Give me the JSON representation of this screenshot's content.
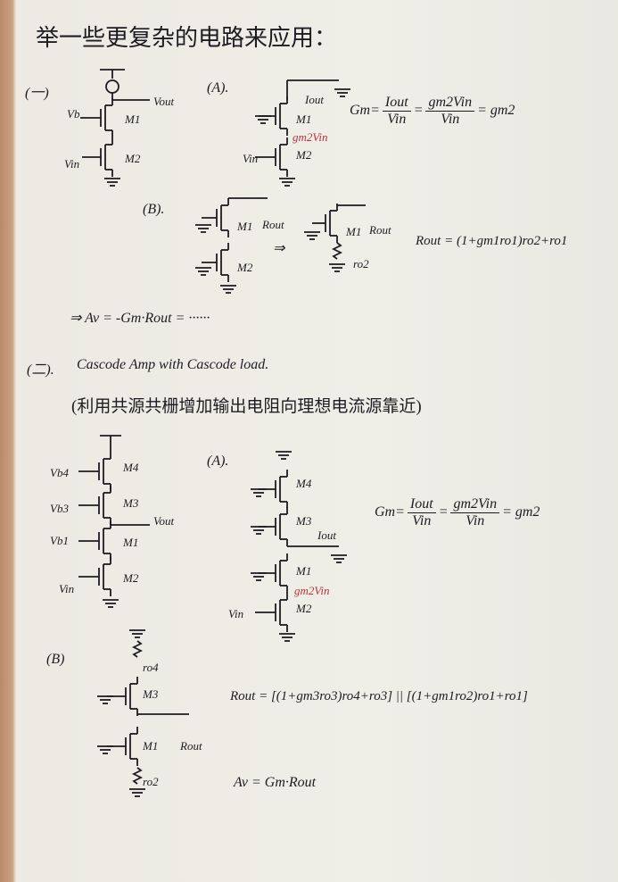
{
  "title": "举一些更复杂的电路来应用：",
  "sec1": {
    "label": "(一)",
    "vb": "Vb",
    "vout": "Vout",
    "m1": "M1",
    "m2": "M2",
    "vin": "Vin",
    "A": {
      "label": "(A).",
      "iout": "Iout",
      "m1": "M1",
      "m2": "M2",
      "vin": "Vin",
      "current": "gm2Vin",
      "eq": {
        "lhs": "Gm=",
        "n1": "Iout",
        "d1": "Vin",
        "eq2": "=",
        "n2": "gm2Vin",
        "d2": "Vin",
        "res": "= gm2"
      }
    },
    "B": {
      "label": "(B).",
      "rout": "Rout",
      "m1": "M1",
      "m2": "M2",
      "arrow": "⇒",
      "rout2": "Rout",
      "m1b": "M1",
      "ro2": "ro2",
      "eq": "Rout = (1+gm1ro1)ro2+ro1"
    },
    "av": "⇒ Av = -Gm·Rout = ······"
  },
  "sec2": {
    "label": "(二).",
    "heading": "Cascode Amp with Cascode load.",
    "note": "(利用共源共栅增加输出电阻向理想电流源靠近)",
    "vb4": "Vb4",
    "vb3": "Vb3",
    "vb1": "Vb1",
    "vin": "Vin",
    "vout": "Vout",
    "m4": "M4",
    "m3": "M3",
    "m1": "M1",
    "m2": "M2",
    "A": {
      "label": "(A).",
      "m4": "M4",
      "m3": "M3",
      "iout": "Iout",
      "m1": "M1",
      "current": "gm2Vin",
      "vin": "Vin",
      "m2": "M2",
      "eq": {
        "lhs": "Gm=",
        "n1": "Iout",
        "d1": "Vin",
        "eq2": "=",
        "n2": "gm2Vin",
        "d2": "Vin",
        "res": "= gm2"
      }
    },
    "B": {
      "label": "(B)",
      "ro4": "ro4",
      "m3": "M3",
      "m1": "M1",
      "rout": "Rout",
      "ro2": "ro2",
      "eq": "Rout = [(1+gm3ro3)ro4+ro3] || [(1+gm1ro2)ro1+ro1]",
      "av": "Av = Gm·Rout"
    }
  }
}
